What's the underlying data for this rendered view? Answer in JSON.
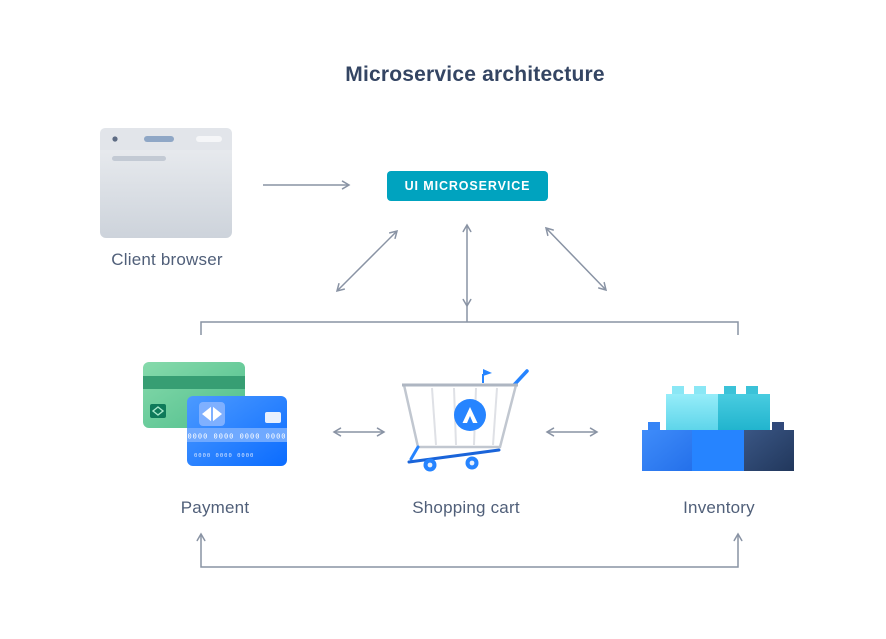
{
  "title": "Microservice architecture",
  "nodes": {
    "client_browser": {
      "label": "Client browser",
      "icon": "browser-window-icon"
    },
    "ui_microservice": {
      "label": "UI MICROSERVICE"
    },
    "payment": {
      "label": "Payment",
      "icon": "credit-cards-icon",
      "card_digits": "0000 0000 0000 0000",
      "card_digits_small": "0000 0000 0000"
    },
    "shopping_cart": {
      "label": "Shopping cart",
      "icon": "shopping-cart-icon"
    },
    "inventory": {
      "label": "Inventory",
      "icon": "lego-bricks-icon"
    }
  },
  "connections": [
    {
      "from": "client_browser",
      "to": "ui_microservice",
      "type": "one-way"
    },
    {
      "from": "ui_microservice",
      "to": "payment",
      "type": "two-way"
    },
    {
      "from": "ui_microservice",
      "to": "shopping_cart",
      "type": "two-way"
    },
    {
      "from": "ui_microservice",
      "to": "inventory",
      "type": "two-way"
    },
    {
      "from": "payment",
      "to": "shopping_cart",
      "type": "two-way"
    },
    {
      "from": "shopping_cart",
      "to": "inventory",
      "type": "two-way"
    },
    {
      "from": "payment",
      "to": "inventory",
      "type": "two-way"
    }
  ],
  "colors": {
    "background": "#FFFFFF",
    "title_text": "#344563",
    "label_text": "#505F79",
    "badge_background": "#00A3BF",
    "badge_text": "#FFFFFF",
    "arrow": "#8993A4"
  }
}
